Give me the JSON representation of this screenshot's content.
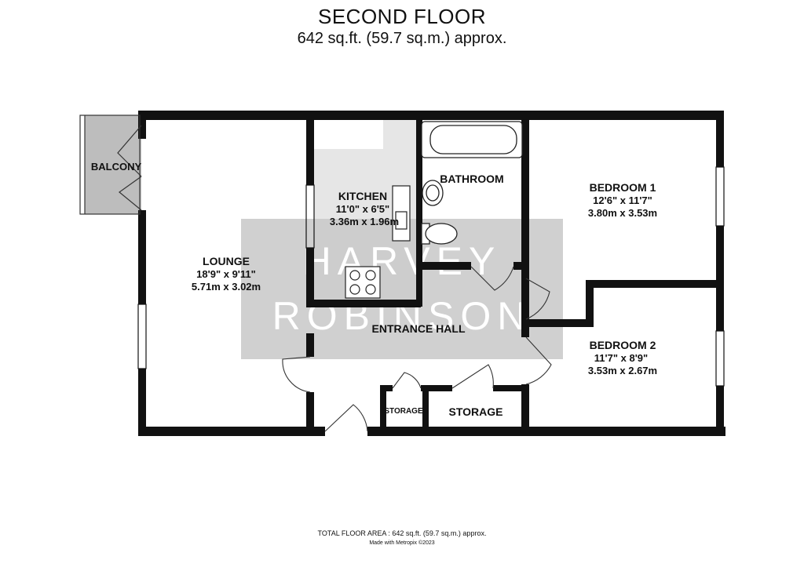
{
  "header": {
    "title": "SECOND FLOOR",
    "area": "642 sq.ft. (59.7 sq.m.) approx."
  },
  "watermark": {
    "line1": "HARVEY",
    "line2": "ROBINSON"
  },
  "rooms": {
    "balcony": {
      "name": "BALCONY"
    },
    "lounge": {
      "name": "LOUNGE",
      "imperial": "18'9\"  x 9'11\"",
      "metric": "5.71m  x 3.02m"
    },
    "kitchen": {
      "name": "KITCHEN",
      "imperial": "11'0\"  x 6'5\"",
      "metric": "3.36m  x 1.96m"
    },
    "bathroom": {
      "name": "BATHROOM"
    },
    "bedroom1": {
      "name": "BEDROOM 1",
      "imperial": "12'6\"  x 11'7\"",
      "metric": "3.80m  x 3.53m"
    },
    "bedroom2": {
      "name": "BEDROOM 2",
      "imperial": "11'7\"  x 8'9\"",
      "metric": "3.53m  x 2.67m"
    },
    "entrance_hall": {
      "name": "ENTRANCE HALL"
    },
    "storage_small": {
      "name": "STORAGE"
    },
    "storage_large": {
      "name": "STORAGE"
    }
  },
  "footer": {
    "total": "TOTAL FLOOR AREA : 642 sq.ft. (59.7 sq.m.) approx.",
    "made_with": "Made with Metropix ©2023"
  },
  "colors": {
    "wall": "#111111",
    "shaded_floor": "#e6e6e6",
    "balcony": "#bdbdbd",
    "watermark_bg": "#c8c8c8",
    "watermark_text": "#ffffff"
  }
}
